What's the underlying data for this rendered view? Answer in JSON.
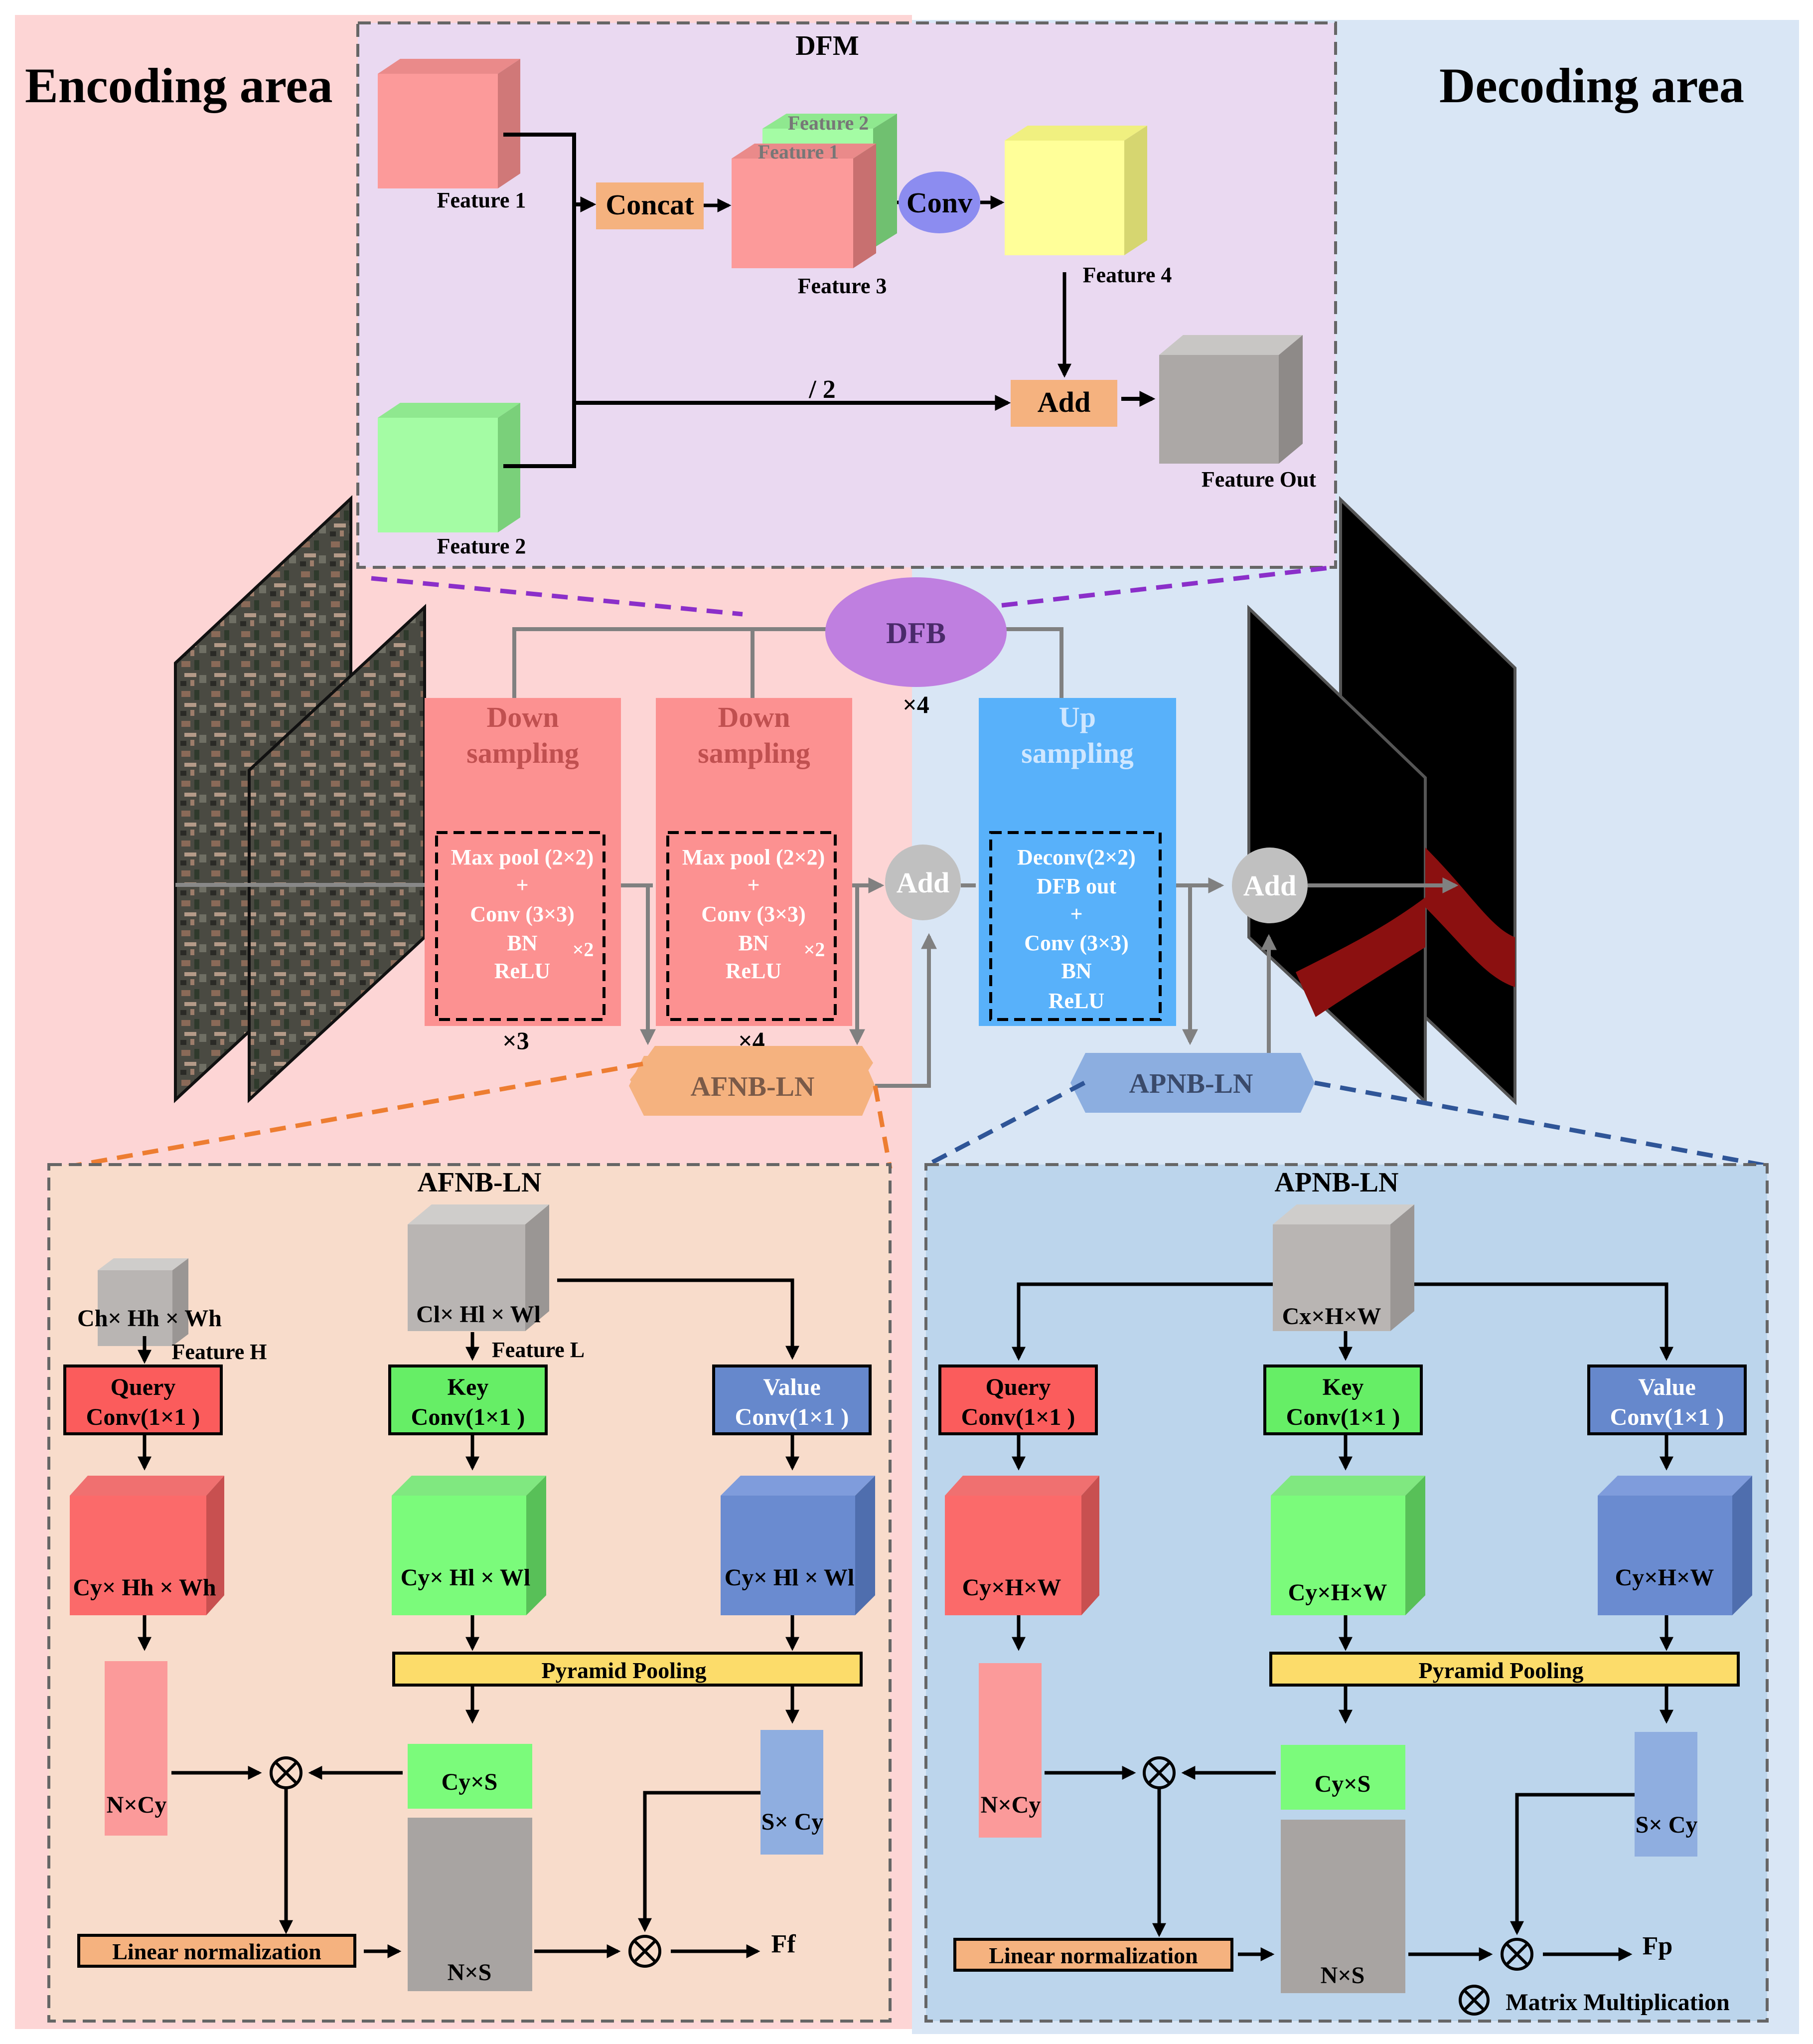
{
  "titles": {
    "encoding": "Encoding area",
    "decoding": "Decoding area"
  },
  "dfm": {
    "title": "DFM",
    "feature1": "Feature 1",
    "feature2": "Feature 2",
    "cube_label_feature2": "Feature 2",
    "cube_label_feature1": "Feature 1",
    "concat": "Concat",
    "conv": "Conv",
    "feature3": "Feature 3",
    "feature4": "Feature 4",
    "half": "/ 2",
    "add": "Add",
    "feature_out": "Feature Out"
  },
  "main": {
    "dfb": "DFB",
    "dfb_times": "×4",
    "down1": {
      "title1": "Down",
      "title2": "sampling",
      "ops": [
        "Max pool (2×2)",
        "+",
        "Conv (3×3)",
        "BN",
        "ReLU"
      ],
      "repeat": "×2",
      "times": "×3"
    },
    "down2": {
      "title1": "Down",
      "title2": "sampling",
      "ops": [
        "Max pool (2×2)",
        "+",
        "Conv (3×3)",
        "BN",
        "ReLU"
      ],
      "repeat": "×2",
      "times": "×4"
    },
    "up": {
      "title1": "Up",
      "title2": "sampling",
      "ops": [
        "Deconv(2×2)",
        "DFB out",
        "+",
        "Conv (3×3)",
        "BN",
        "ReLU"
      ]
    },
    "add1": "Add",
    "add2": "Add",
    "afnb": "AFNB-LN",
    "apnb": "APNB-LN"
  },
  "afnb_panel": {
    "title": "AFNB-LN",
    "feat_h_dims": "Ch× Hh × Wh",
    "feat_h_label": "Feature H",
    "feat_l_dims": "Cl× Hl × Wl",
    "feat_l_label": "Feature L",
    "query": [
      "Query",
      "Conv(1×1 )"
    ],
    "key": [
      "Key",
      "Conv(1×1 )"
    ],
    "value": [
      "Value",
      "Conv(1×1 )"
    ],
    "q_dims": "Cy× Hh × Wh",
    "k_dims": "Cy× Hl × Wl",
    "v_dims": "Cy× Hl × Wl",
    "pyramid": "Pyramid Pooling",
    "nxc": "N×Cy",
    "cxs": "Cy×S",
    "sxc": "S× Cy",
    "nxs": "N×S",
    "linear": "Linear normalization",
    "out": "Ff"
  },
  "apnb_panel": {
    "title": "APNB-LN",
    "in_dims": "Cx×H×W",
    "query": [
      "Query",
      "Conv(1×1 )"
    ],
    "key": [
      "Key",
      "Conv(1×1 )"
    ],
    "value": [
      "Value",
      "Conv(1×1 )"
    ],
    "q_dims": "Cy×H×W",
    "k_dims": "Cy×H×W",
    "v_dims": "Cy×H×W",
    "pyramid": "Pyramid Pooling",
    "nxc": "N×Cy",
    "cxs": "Cy×S",
    "sxc": "S× Cy",
    "nxs": "N×S",
    "linear": "Linear normalization",
    "out": "Fp",
    "legend": "Matrix Multiplication"
  },
  "colors": {
    "encoding_bg": "#fdd5d5",
    "decoding_bg": "#d9e6f5",
    "dfm_bg": "#ead9f1",
    "afnb_bg": "#f8dccb",
    "apnb_bg": "#bcd5ec",
    "down_box": "#fc9191",
    "up_box": "#58b1fa",
    "dfb_ellipse": "#bf7fe0",
    "concat_add": "#f5b27f",
    "conv_ellipse": "#8c8cf0",
    "query": "#fb5c5c",
    "key": "#66ee66",
    "value": "#6688cc",
    "pyramid": "#fcdc6a",
    "linear": "#f5b27f",
    "afnb_hex": "#f5b27f",
    "apnb_hex": "#8caee0"
  }
}
